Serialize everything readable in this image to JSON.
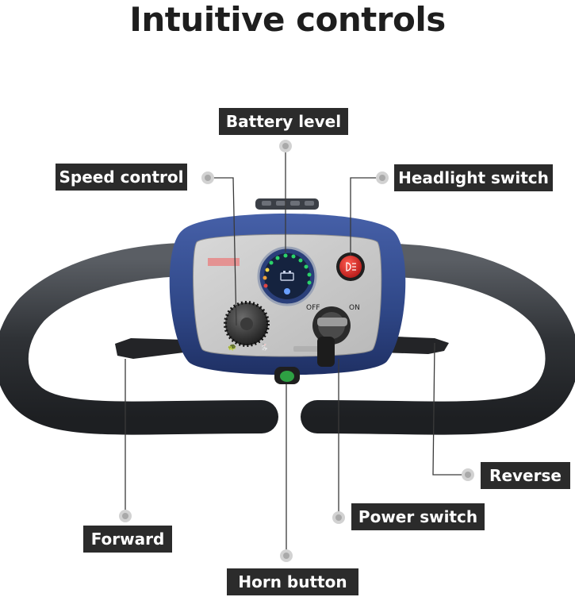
{
  "heading": "Intuitive controls",
  "labels": {
    "battery_level": "Battery level",
    "speed_control": "Speed control",
    "headlight_switch": "Headlight switch",
    "reverse": "Reverse",
    "power_switch": "Power switch",
    "forward": "Forward",
    "horn_button": "Horn button"
  },
  "panel_markings": {
    "off": "OFF",
    "on": "ON"
  },
  "colors": {
    "label_bg": "#2b2b2b",
    "label_text": "#ffffff",
    "panel_blue": "#2f4787",
    "faceplate": "#c9c9c9",
    "handlebar": "#3a3d42",
    "headlight_button": "#d62a28",
    "horn_button": "#2ea043",
    "battery_led_green": "#2bd46a"
  },
  "icons": {
    "callout_dot": "callout-dot-icon",
    "battery": "battery-icon",
    "headlight": "headlight-icon"
  }
}
